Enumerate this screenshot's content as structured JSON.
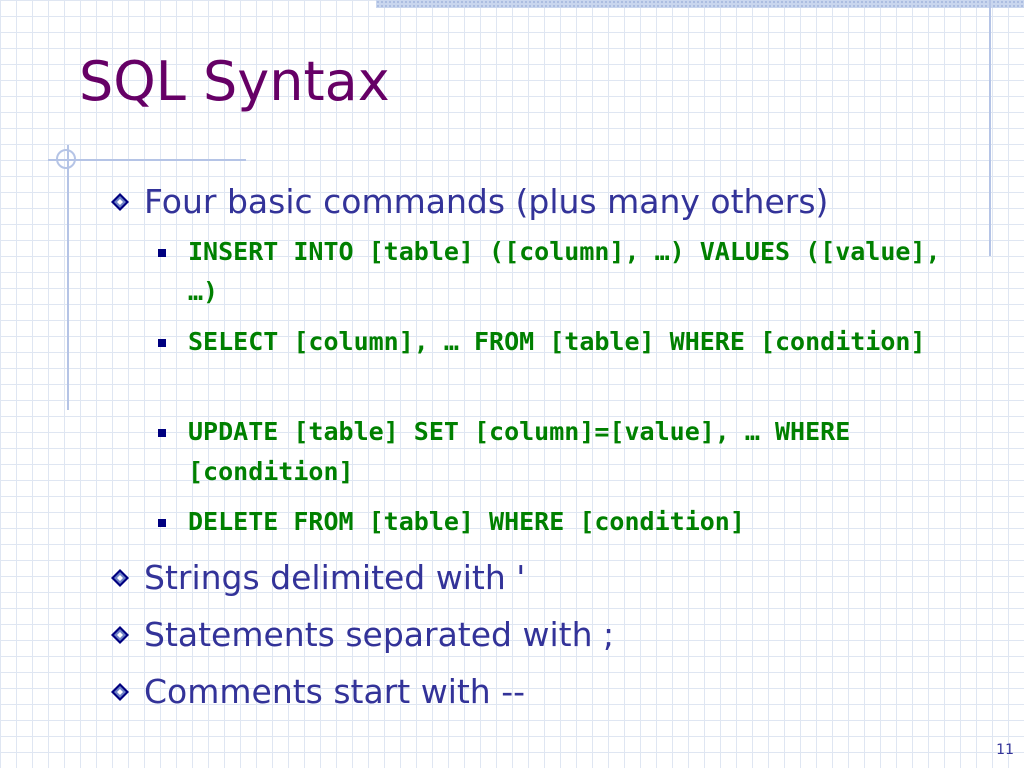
{
  "slide": {
    "title": "SQL Syntax",
    "page_number": "11"
  },
  "bullets": [
    {
      "text": "Four basic commands (plus many others)",
      "sub_bullets": [
        "INSERT INTO [table] ([column], …) VALUES ([value], …)",
        "SELECT [column], … FROM [table] WHERE [condition]",
        "UPDATE [table] SET [column]=[value], … WHERE [condition]",
        "DELETE FROM [table] WHERE [condition]"
      ]
    },
    {
      "text": "Strings delimited with '"
    },
    {
      "text": "Statements separated with ;"
    },
    {
      "text": "Comments start with --"
    }
  ],
  "colors": {
    "title": "#660066",
    "body_text": "#333399",
    "code_text": "#008000",
    "bullet": "#000080",
    "grid": "#dfe6f2",
    "accent_rule": "#b5c4e6"
  },
  "icons": {
    "level1_bullet": "diamond-bullet-icon",
    "level2_bullet": "square-bullet-icon"
  }
}
